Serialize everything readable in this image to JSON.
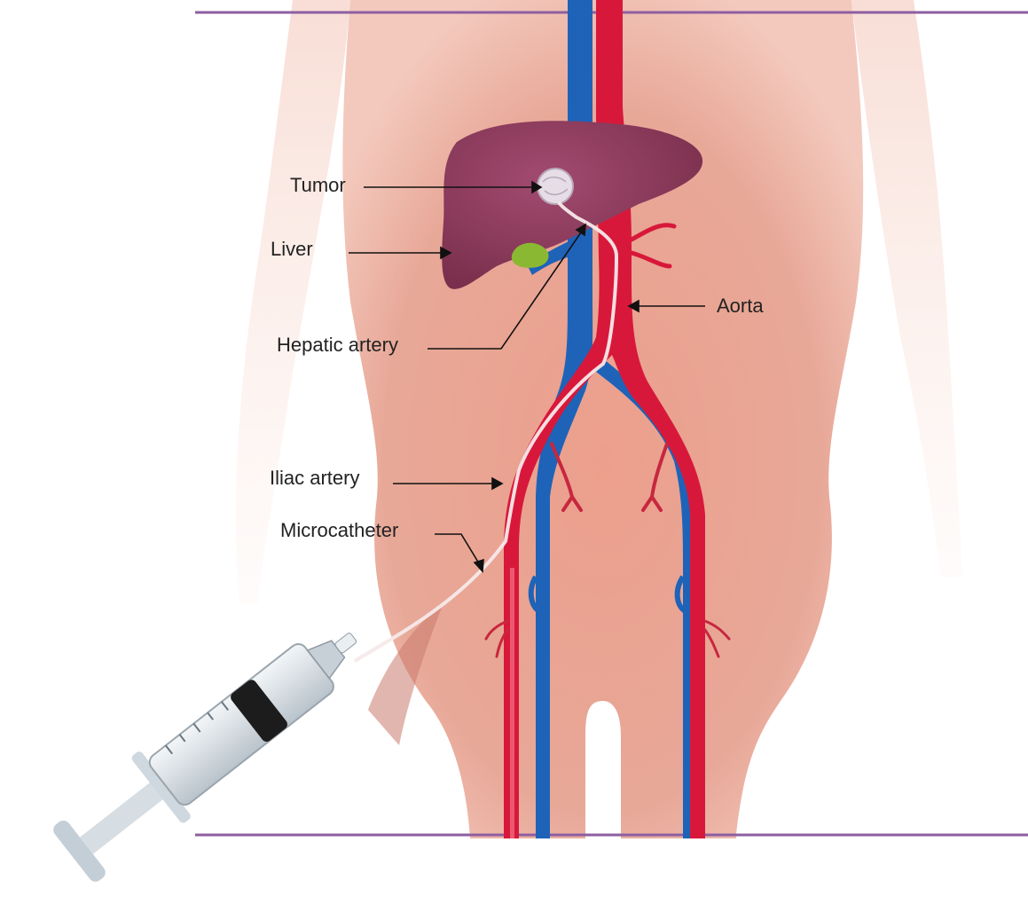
{
  "diagram": {
    "labels": {
      "tumor": "Tumor",
      "liver": "Liver",
      "hepatic_artery": "Hepatic artery",
      "aorta": "Aorta",
      "iliac_artery": "Iliac artery",
      "microcatheter": "Microcatheter"
    },
    "colors": {
      "rule_line": "#8e5ea2",
      "skin": "#e8a898",
      "skin_light": "#f6d6cc",
      "artery": "#d8183a",
      "vein": "#1e63b8",
      "liver": "#8e3a5a",
      "gallbladder": "#8ab833",
      "tumor": "#e6dde6",
      "syringe_barrel": "#dde3e8",
      "plunger": "#1c1c1c",
      "label_text": "#222222"
    }
  }
}
